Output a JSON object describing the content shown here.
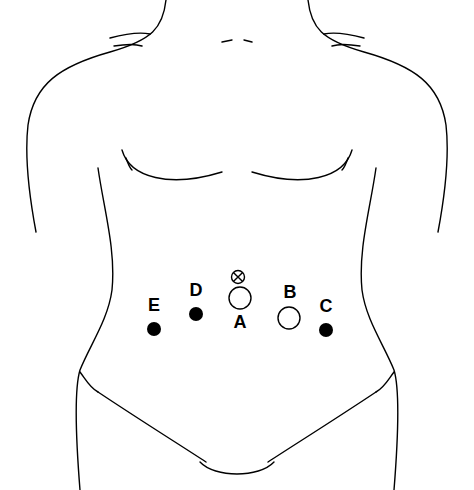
{
  "diagram": {
    "labels": [
      "D",
      "B",
      "E",
      "C",
      "A"
    ]
  }
}
